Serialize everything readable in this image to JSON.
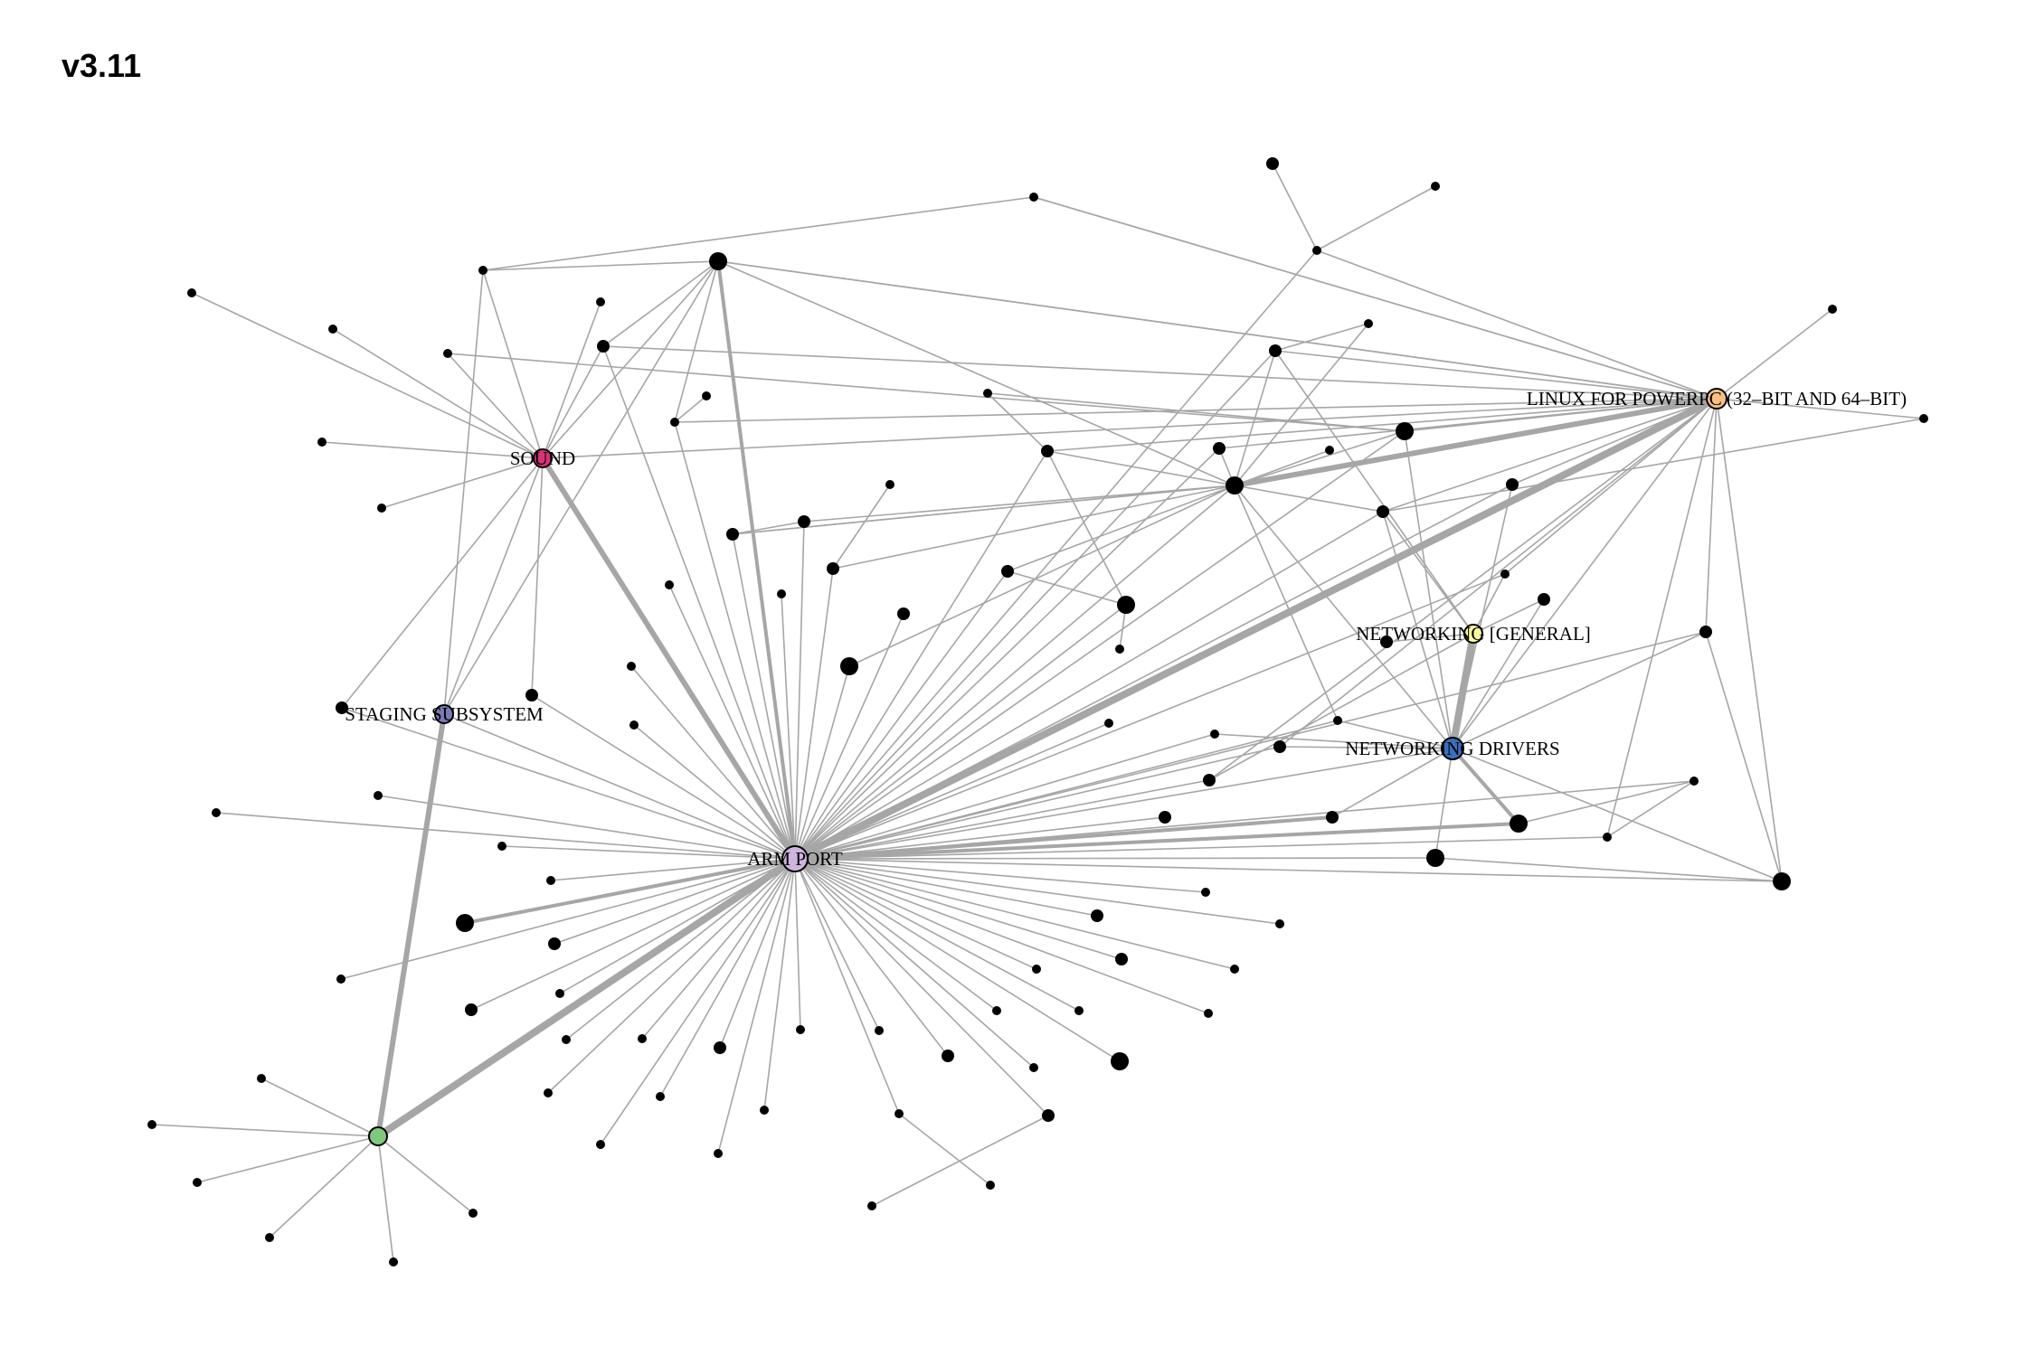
{
  "title": "v3.11",
  "colors": {
    "edge": "#a6a6a6",
    "node_default": "#000000",
    "arm_port": "#cdb5e0",
    "linux_powerpc": "#f7bf83",
    "networking_general": "#fafaa0",
    "networking_drivers": "#3a6ec0",
    "sound": "#d6337a",
    "staging": "#7a7ab8",
    "green_hub": "#7fc97f"
  },
  "labels": {
    "arm": "ARM PORT",
    "ppc": "LINUX FOR POWERPC (32–BIT AND 64–BIT)",
    "netgen": "NETWORKING [GENERAL]",
    "netdrv": "NETWORKING DRIVERS",
    "sound": "SOUND",
    "staging": "STAGING SUBSYSTEM"
  }
}
